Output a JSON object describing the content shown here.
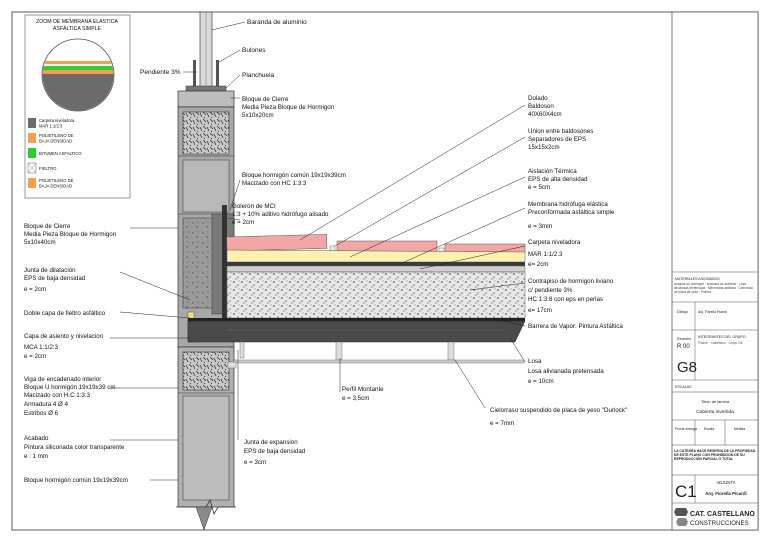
{
  "legend": {
    "title_line1": "ZOOM DE MEMBRANA ELÁSTICA",
    "title_line2": "ASFÁLTICA SIMPLE",
    "items": [
      {
        "line1": "Carpeta niveladora",
        "line2": "MAR 1:1/2:3",
        "color": "#6b6b6b"
      },
      {
        "line1": "POLIETILENO DE",
        "line2": "BAJA DENSIDAD",
        "color": "#f0a050"
      },
      {
        "line1": "BITUMEN ASFALTICO",
        "line2": "",
        "color": "#2ecc2e"
      },
      {
        "line1": "FIELTRO",
        "line2": "",
        "color": "#ffffff"
      },
      {
        "line1": "POLIETILENO DE",
        "line2": "BAJA DENSIDAD",
        "color": "#f0a050"
      }
    ]
  },
  "labels": {
    "baranda": "Baranda de aluminio",
    "bulones": "Bulones",
    "pendiente_top": "Pendiente 3%",
    "planchuela": "Planchuela",
    "bloque_cierre_top_1": "Bloque de Cierre",
    "bloque_cierre_top_2": "Media Pieza Bloque de Hormigon",
    "bloque_cierre_top_3": "5x10x20cm",
    "dolado_1": "Dolado",
    "dolado_2": "Baldoson",
    "dolado_3": "40X60X4cm",
    "union_1": "Union entre baldosones",
    "union_2": "Separadores de EPS",
    "union_3": "15x15x2cm",
    "bloque_comun_1": "Bloque hormigón común 19x19x39cm",
    "bloque_comun_2": "Macizado con HC 1:3:3",
    "aislacion_1": "Aislación Térmica",
    "aislacion_2": "EPS de alta densidad",
    "aislacion_3": "e = 5cm",
    "goleron_1": "Goleron de MCI",
    "goleron_2": "1:3 + 10% aditivo hidrófugo alisado",
    "goleron_3": "e = 2cm",
    "membrana_1": "Membrana hidrófuga elástica",
    "membrana_2": "Preconformada asfáltica simple",
    "membrana_3": "e = 3mm",
    "bloque_cierre_left_1": "Bloque de Cierre",
    "bloque_cierre_left_2": "Media Pieza Bloque de Hormigon",
    "bloque_cierre_left_3": "5x10x40cm",
    "carpeta_1": "Carpeta niveladora",
    "carpeta_2": "MAR 1:1/2:3",
    "carpeta_3": "e= 2cm",
    "junta_dil_1": "Junta de dilatación",
    "junta_dil_2": "EPS de baja densidad",
    "junta_dil_3": "e = 2cm",
    "contrapiso_1": "Contrapiso de hormigon liviano",
    "contrapiso_2": "c/ pendiente 3%",
    "contrapiso_3": "HC 1:3:8 con eps en perlas",
    "contrapiso_4": "e= 17cm",
    "fieltro": "Doble capa de fieltro asfáltico",
    "barrera": "Barrera de Vapor: Pintura Asfáltica",
    "capa_1": "Capa de asiento y nivelacion",
    "capa_2": "MCA 1:1/2:3",
    "capa_3": "e = 2cm",
    "losa_1": "Losa",
    "losa_2": "Losa alivianada pretensada",
    "losa_3": "e = 10cm",
    "viga_1": "Viga de encadenado interior",
    "viga_2": "Bloque U hormigón 19x19x39 cm",
    "viga_3": "Macizado con H.C 1:3:3",
    "viga_4": "Armadura 4 Ø 4",
    "viga_5": "Estribos Ø 6",
    "perfil_1": "Perfil Montante",
    "perfil_2": "e = 3,5cm",
    "cielorraso_1": "Cielorraso suspendido de placa de yeso \"Durlock\"",
    "cielorraso_2": "e = 7mm",
    "acabado_1": "Acabado",
    "acabado_2": "Pintura siliconada color transparente",
    "acabado_3": "e : 1 mm",
    "junta_exp_1": "Junta de expansion",
    "junta_exp_2": "EPS de baja densidad",
    "junta_exp_3": "e = 3cm",
    "bloque_bottom": "Bloque hormigón común 19x19x39cm"
  },
  "title_block": {
    "materiales_title": "MATERIALES ASIGNADOS",
    "materiales_text": "Bloques de hormigón · Baranda de aluminio · Losa alivianada pretensada · Membrana asfáltica · Cielorraso de placa de yeso · Pintura",
    "dibujo_label": "Dibujo",
    "dibujo_value": "Arq. Fiorella Picardi",
    "revision_label": "Revisión",
    "revision_value": "R 00",
    "integrantes_label": "INTEGRANTES DEL GRUPO",
    "integrantes_text": "Picardi · Castellano · Grupo G8",
    "grupo": "G8",
    "escalas_label": "ESCALAS",
    "titulo_label": "Titulo de lámina",
    "titulo_value": "Cubierta invertida",
    "fecha_label": "Fecha entrega",
    "escala_label": "Escala",
    "medida_label": "Medida",
    "reserva_text": "LA CÁTEDRA HACE RESERVA DE LA PROPIEDAD DE ESTE PLANO CON PROHIBICIÓN DE SU REPRODUCCIÓN PARCIAL O TOTAL",
    "lamina_code": "C1",
    "adjunta_label": "ADJUNTA",
    "autor": "Arq. Fiorella Picardi",
    "brand_line1": "CAT. CASTELLANO",
    "brand_line2": "CONSTRUCCIONES"
  },
  "colors": {
    "concrete_gray": "#8a8a8a",
    "eps_yellow": "#fdf0b0",
    "baldoson_pink": "#f2a6a6",
    "membrane_dark": "#3a3a3a",
    "losa_dark": "#4a4a4a",
    "junta_yellow": "#f5e07a"
  }
}
